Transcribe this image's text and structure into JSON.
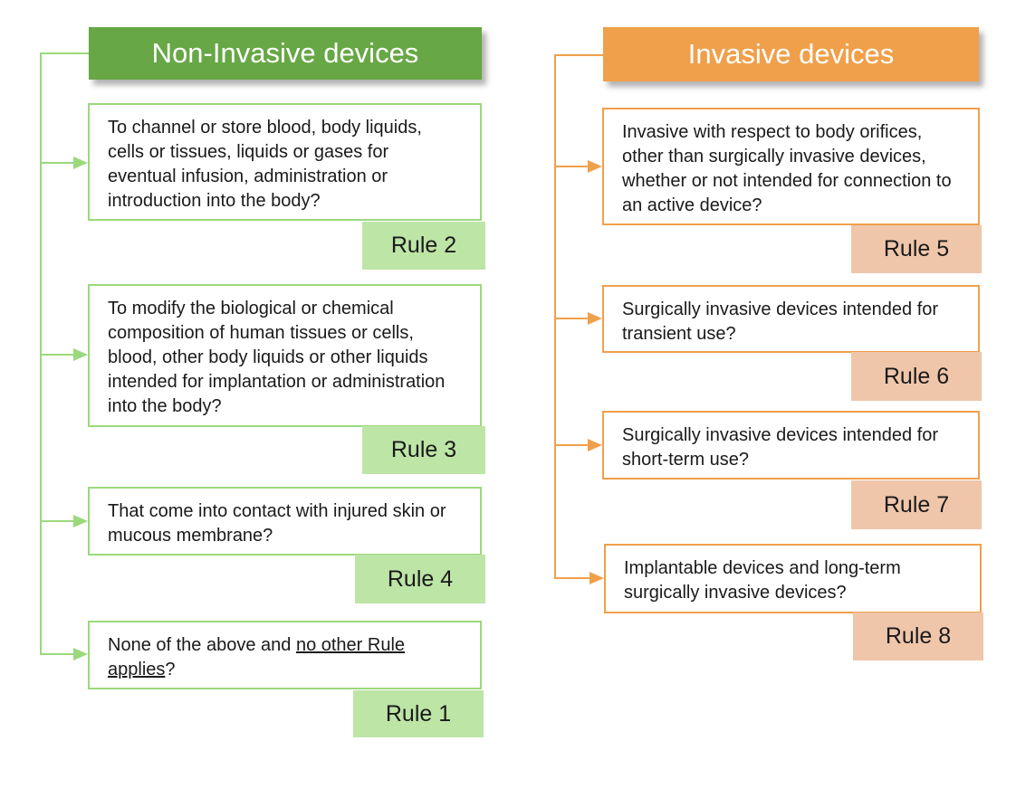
{
  "non_invasive": {
    "title": "Non-Invasive devices",
    "color": "#67a745",
    "items": [
      {
        "question": "To channel or store blood, body liquids, cells or tissues, liquids or gases for eventual infusion, administration or introduction into the body?",
        "rule": "Rule 2"
      },
      {
        "question": "To modify the biological or chemical composition of human tissues or cells, blood, other body liquids or other liquids intended for implantation or administration into the body?",
        "rule": "Rule 3"
      },
      {
        "question": "That come into contact with injured skin or mucous membrane?",
        "rule": "Rule 4"
      },
      {
        "question_prefix": "None of the above and ",
        "question_underlined": "no other Rule applies",
        "question_suffix": "?",
        "rule": "Rule 1"
      }
    ]
  },
  "invasive": {
    "title": "Invasive devices",
    "color": "#f0a04b",
    "items": [
      {
        "question": "Invasive with respect to body orifices, other than surgically invasive devices, whether or not intended for connection to an active device?",
        "rule": "Rule 5"
      },
      {
        "question": "Surgically invasive devices intended for transient use?",
        "rule": "Rule 6"
      },
      {
        "question": "Surgically invasive devices intended for short-term use?",
        "rule": "Rule 7"
      },
      {
        "question": "Implantable devices and long-term surgically invasive devices?",
        "rule": "Rule 8"
      }
    ]
  }
}
